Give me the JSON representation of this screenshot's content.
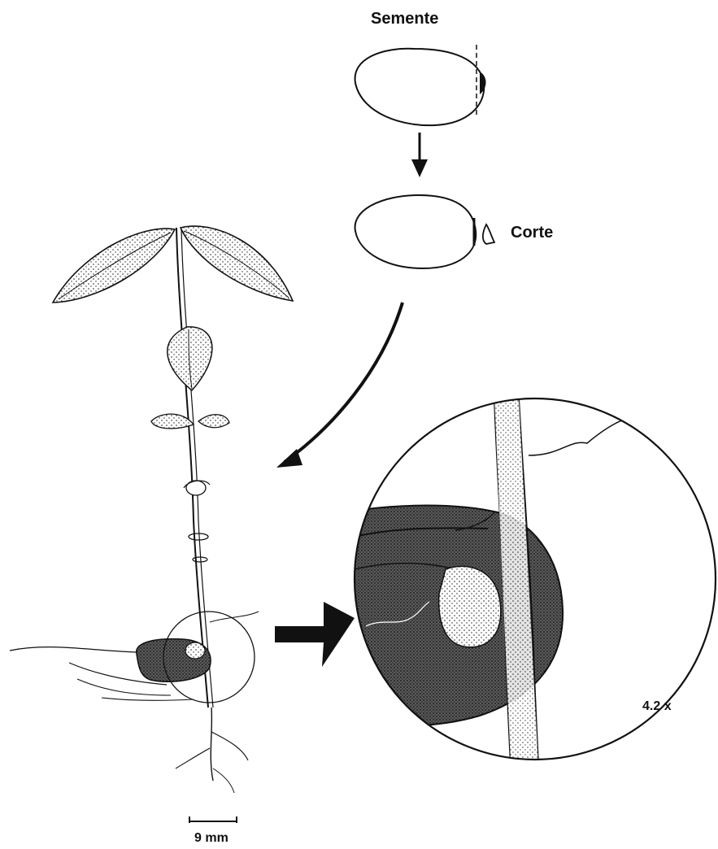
{
  "labels": {
    "seed": "Semente",
    "cut": "Corte",
    "magnification": "4.2 x",
    "scale": "9 mm"
  },
  "colors": {
    "ink": "#111111",
    "paper": "#ffffff",
    "shade": "#3a3a3a"
  },
  "icons": {
    "arrow_down": "arrow-down-icon",
    "arrow_curved": "curved-arrow-icon",
    "arrow_right": "arrow-right-icon"
  }
}
